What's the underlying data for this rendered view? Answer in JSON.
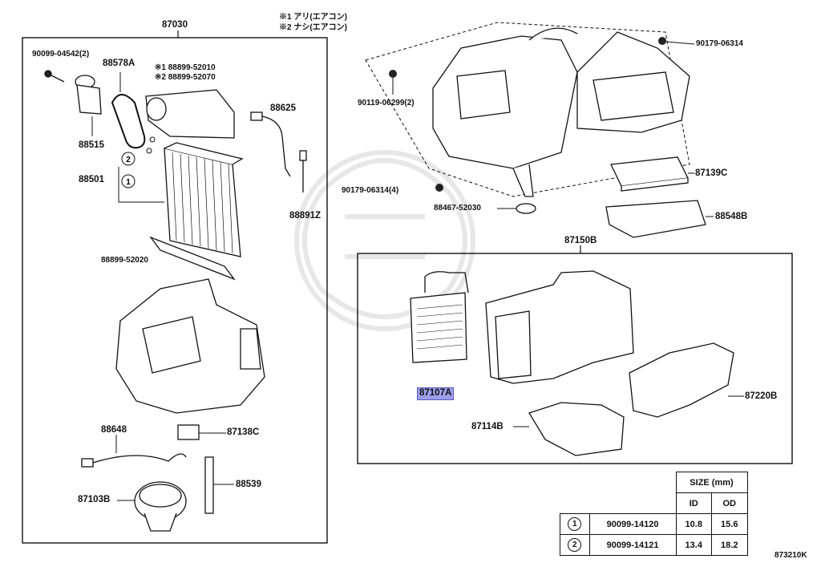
{
  "header": {
    "main_label": "87030",
    "note_1": "※1 アリ(エアコン)",
    "note_2": "※2 ナシ(エアコン)"
  },
  "parts_left": [
    {
      "id": "p1",
      "text": "90099-04542(2)"
    },
    {
      "id": "p2",
      "text": "88578A"
    },
    {
      "id": "p3",
      "text": "※1 88899-52010"
    },
    {
      "id": "p4",
      "text": "※2 88899-52070"
    },
    {
      "id": "p5",
      "text": "88515"
    },
    {
      "id": "p6",
      "text": "88625"
    },
    {
      "id": "p7",
      "text": "88501"
    },
    {
      "id": "p8",
      "text": "88891Z"
    },
    {
      "id": "p9",
      "text": "88899-52020"
    },
    {
      "id": "p10",
      "text": "88648"
    },
    {
      "id": "p11",
      "text": "87138C"
    },
    {
      "id": "p12",
      "text": "88539"
    },
    {
      "id": "p13",
      "text": "87103B"
    }
  ],
  "parts_right": [
    {
      "id": "r1",
      "text": "90179-06314"
    },
    {
      "id": "r2",
      "text": "90119-06299(2)"
    },
    {
      "id": "r3",
      "text": "87139C"
    },
    {
      "id": "r4",
      "text": "90179-06314(4)"
    },
    {
      "id": "r5",
      "text": "88467-52030"
    },
    {
      "id": "r6",
      "text": "88548B"
    },
    {
      "id": "r7",
      "text": "87150B"
    },
    {
      "id": "r8",
      "text": "87107A"
    },
    {
      "id": "r9",
      "text": "87220B"
    },
    {
      "id": "r10",
      "text": "87114B"
    }
  ],
  "callouts": {
    "one": "1",
    "two": "2"
  },
  "size_table": {
    "title": "SIZE (mm)",
    "col_id": "ID",
    "col_od": "OD",
    "rows": [
      {
        "mark": "1",
        "part": "90099-14120",
        "id": "10.8",
        "od": "15.6"
      },
      {
        "mark": "2",
        "part": "90099-14121",
        "id": "13.4",
        "od": "18.2"
      }
    ]
  },
  "figure_code": "873210K"
}
